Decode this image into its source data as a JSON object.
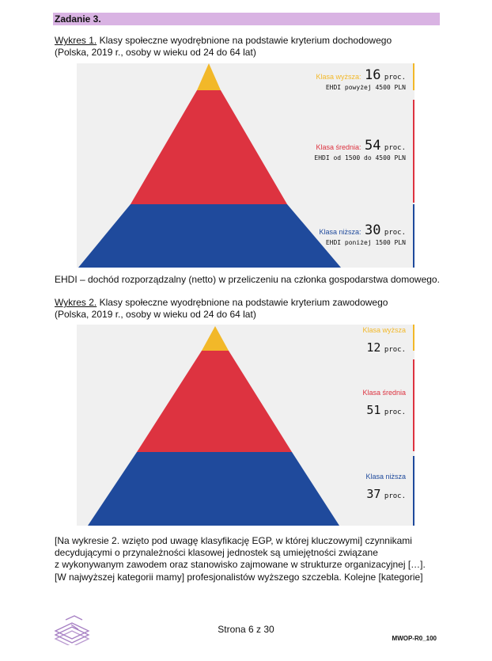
{
  "task": {
    "heading": "Zadanie 3."
  },
  "chart1": {
    "caption_label": "Wykres 1.",
    "caption_text": " Klasy społeczne wyodrębnione na podstawie kryterium dochodowego",
    "caption_line2": "(Polska, 2019 r., osoby w wieku od 24 do 64 lat)",
    "upper": {
      "label": "Klasa wyższa:",
      "value": "16",
      "unit": "proc.",
      "sub": "EHDI powyżej 4500 PLN"
    },
    "middle": {
      "label": "Klasa średnia:",
      "value": "54",
      "unit": "proc.",
      "sub": "EHDI od 1500 do 4500 PLN"
    },
    "lower": {
      "label": "Klasa niższa:",
      "value": "30",
      "unit": "proc.",
      "sub": "EHDI poniżej 1500 PLN"
    }
  },
  "note": "EHDI – dochód rozporządzalny (netto) w przeliczeniu na członka gospodarstwa domowego.",
  "chart2": {
    "caption_label": "Wykres 2.",
    "caption_text": " Klasy społeczne wyodrębnione na podstawie kryterium zawodowego",
    "caption_line2": "(Polska, 2019 r., osoby w wieku od 24 do 64 lat)",
    "upper": {
      "label": "Klasa wyższa",
      "value": "12",
      "unit": "proc."
    },
    "middle": {
      "label": "Klasa średnia",
      "value": "51",
      "unit": "proc."
    },
    "lower": {
      "label": "Klasa niższa",
      "value": "37",
      "unit": "proc."
    }
  },
  "paragraph": [
    "[Na wykresie 2. wzięto pod uwagę klasyfikację EGP, w której kluczowymi] czynnikami",
    "decydującymi o przynależności klasowej jednostek są umiejętności związane",
    "z wykonywanym zawodem oraz stanowisko zajmowane w strukturze organizacyjnej […].",
    "[W najwyższej kategorii mamy] profesjonalistów wyższego szczebla. Kolejne [kategorie]"
  ],
  "footer": {
    "page": "Strona 6 z 30",
    "code": "MWOP-R0_100"
  },
  "colors": {
    "upper": "#f2b829",
    "middle": "#dd3340",
    "lower": "#1f4a9c",
    "header": "#d9b3e3",
    "logo": "#a780c4"
  }
}
